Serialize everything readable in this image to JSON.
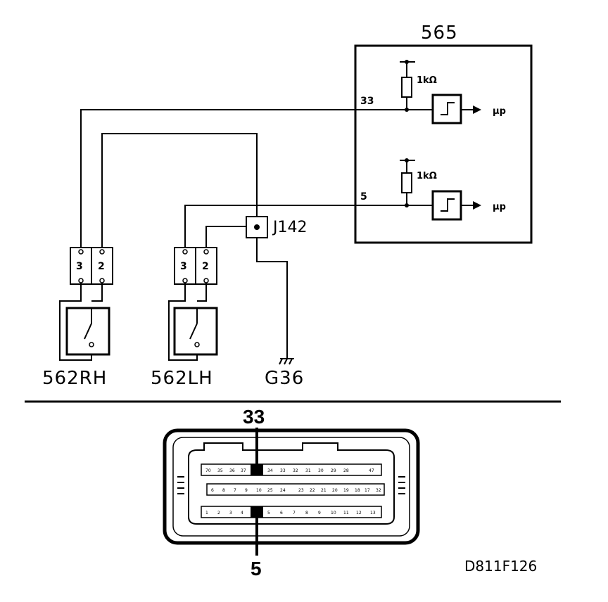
{
  "labels": {
    "ecu": "565",
    "ground": "G36",
    "junction": "J142",
    "switch_rh": "562RH",
    "switch_lh": "562LH",
    "pin_top": "33",
    "pin_bottom": "5",
    "resistor_top": "1kΩ",
    "resistor_bottom": "1kΩ",
    "output_top": "μp",
    "output_bottom": "μp",
    "connector_pin_top": "33",
    "connector_pin_bottom": "5",
    "rh_pin_a": "3",
    "rh_pin_b": "2",
    "lh_pin_a": "3",
    "lh_pin_b": "2",
    "reference": "D811F126"
  },
  "connector": {
    "row1": [
      "70",
      "35",
      "36",
      "37",
      "",
      "34",
      "33",
      "32",
      "31",
      "30",
      "29",
      "28",
      "47"
    ],
    "row2": [
      "6",
      "8",
      "7",
      "9",
      "10",
      "25",
      "24",
      "23",
      "22",
      "21",
      "20",
      "19",
      "18",
      "17",
      "32"
    ],
    "row3": [
      "1",
      "2",
      "3",
      "4",
      "",
      "5",
      "6",
      "7",
      "8",
      "9",
      "10",
      "11",
      "12",
      "13"
    ]
  }
}
